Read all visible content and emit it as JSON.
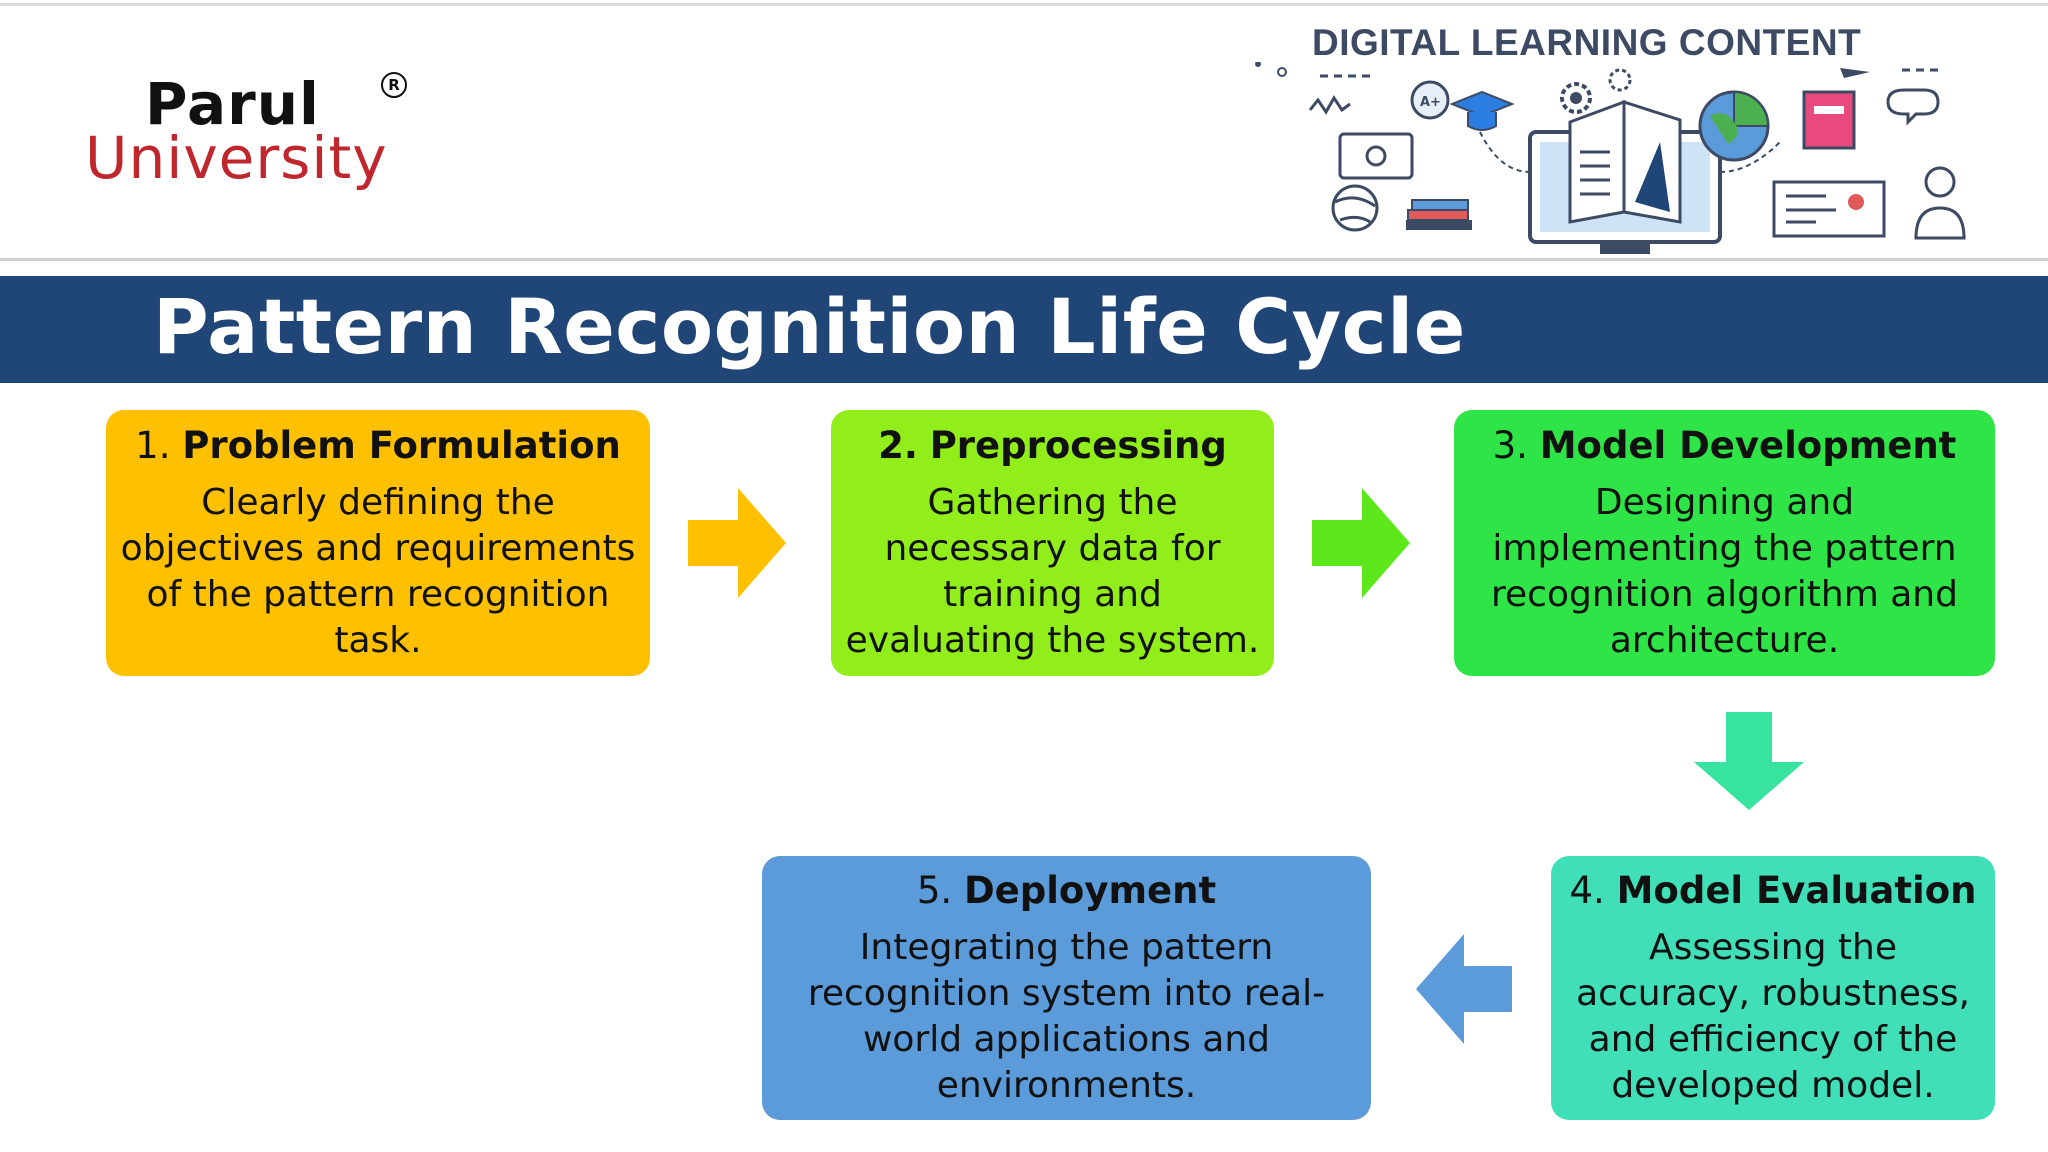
{
  "logo": {
    "line1": "Parul",
    "registered": "R",
    "line2": "University"
  },
  "banner": {
    "title": "DIGITAL LEARNING CONTENT"
  },
  "slide": {
    "title": "Pattern Recognition Life Cycle"
  },
  "steps": [
    {
      "number": "1.",
      "name": "Problem Formulation",
      "description": "Clearly defining the objectives and requirements of the pattern recognition task.",
      "color": "#ffc000"
    },
    {
      "number": "2.",
      "name": "Preprocessing",
      "description": "Gathering the necessary data for training and evaluating the system.",
      "color": "#92ee1a"
    },
    {
      "number": "3.",
      "name": "Model Development",
      "description": "Designing and implementing the pattern recognition algorithm and architecture.",
      "color": "#2ee446"
    },
    {
      "number": "4.",
      "name": "Model Evaluation",
      "description": "Assessing the accuracy, robustness, and efficiency of the developed model.",
      "color": "#40dfb8"
    },
    {
      "number": "5.",
      "name": "Deployment",
      "description": "Integrating the pattern recognition system into real-world applications and environments.",
      "color": "#5b9bd9"
    }
  ],
  "colors": {
    "title_bar": "#1f4677",
    "brand_red": "#c0272d"
  }
}
